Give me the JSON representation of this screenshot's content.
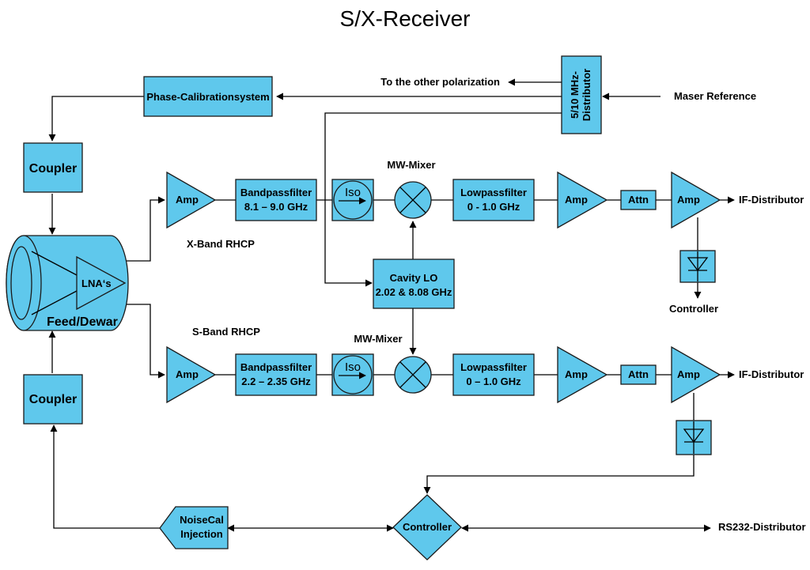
{
  "title": "S/X-Receiver",
  "colors": {
    "block_fill": "#5fc8ec",
    "line": "#000000",
    "background": "#ffffff"
  },
  "labels": {
    "to_other_polarization": "To the other polarization",
    "maser_reference": "Maser Reference",
    "distributor_line1": "5/10 MHz-",
    "distributor_line2": "Distributor",
    "phase_cal": "Phase-Calibrationsystem",
    "coupler_top": "Coupler",
    "coupler_bottom": "Coupler",
    "lnas": "LNA‘s",
    "feed_dewar": "Feed/Dewar",
    "x_band": "X-Band RHCP",
    "s_band": "S-Band RHCP",
    "mw_mixer_x": "MW-Mixer",
    "mw_mixer_s": "MW-Mixer",
    "cavity_lo_line1": "Cavity LO",
    "cavity_lo_line2": "2.02 & 8.08 GHz",
    "controller_out_x": "Controller",
    "noisecal_line1": "NoiseCal",
    "noisecal_line2": "Injection",
    "controller": "Controller",
    "rs232": "RS232-Distributor"
  },
  "x_chain": {
    "amp1": "Amp",
    "bpf_line1": "Bandpassfilter",
    "bpf_line2": "8.1 – 9.0 GHz",
    "iso": "Iso",
    "lpf_line1": "Lowpassfilter",
    "lpf_line2": "0 - 1.0 GHz",
    "amp2": "Amp",
    "attn": "Attn",
    "amp3": "Amp",
    "output": "IF-Distributor"
  },
  "s_chain": {
    "amp1": "Amp",
    "bpf_line1": "Bandpassfilter",
    "bpf_line2": "2.2 – 2.35 GHz",
    "iso": "Iso",
    "lpf_line1": "Lowpassfilter",
    "lpf_line2": "0 – 1.0 GHz",
    "amp2": "Amp",
    "attn": "Attn",
    "amp3": "Amp",
    "output": "IF-Distributor"
  }
}
